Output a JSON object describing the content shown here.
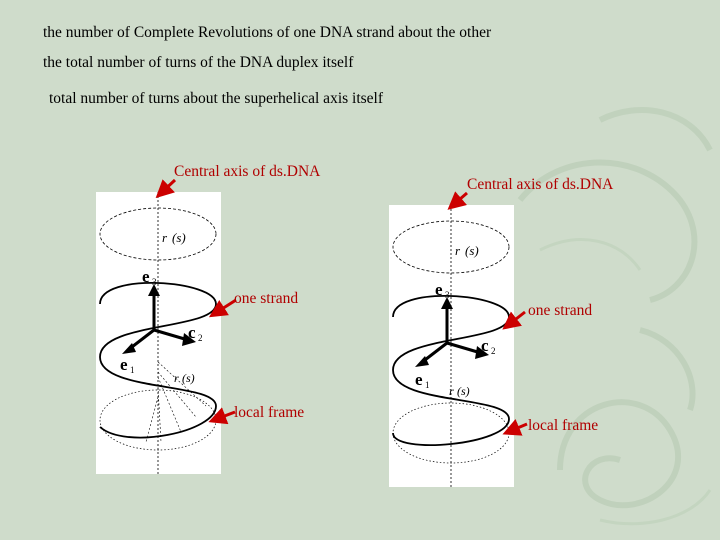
{
  "lines": {
    "line1": "the number of Complete Revolutions of one DNA strand about the other",
    "line2": "the total number of turns of the DNA duplex itself",
    "line3": "total number of turns about the superhelical axis itself"
  },
  "left_figure": {
    "central_axis_label": "Central axis of ds.DNA",
    "strand_label": "one strand",
    "frame_label": "local frame",
    "vec_r": "r",
    "vec_r_arg": "(s)",
    "e3": "e",
    "e3_sub": "3",
    "e1": "e",
    "e1_sub": "1",
    "c2": "c",
    "c2_sub": "2",
    "vec_r_prime": "r",
    "vec_r_prime_arg": "(s)"
  },
  "right_figure": {
    "central_axis_label": "Central axis of ds.DNA",
    "strand_label": "one strand",
    "frame_label": "local frame",
    "vec_r": "r",
    "vec_r_arg": "(s)",
    "e3": "e",
    "e3_sub": "3",
    "e1": "e",
    "e1_sub": "1",
    "c2": "c",
    "c2_sub": "2",
    "vec_r_prime": "r",
    "vec_r_prime_arg": "(s)"
  },
  "colors": {
    "background": "#cfdccb",
    "label_red": "#b00000",
    "arrow_red": "#cc0000"
  }
}
